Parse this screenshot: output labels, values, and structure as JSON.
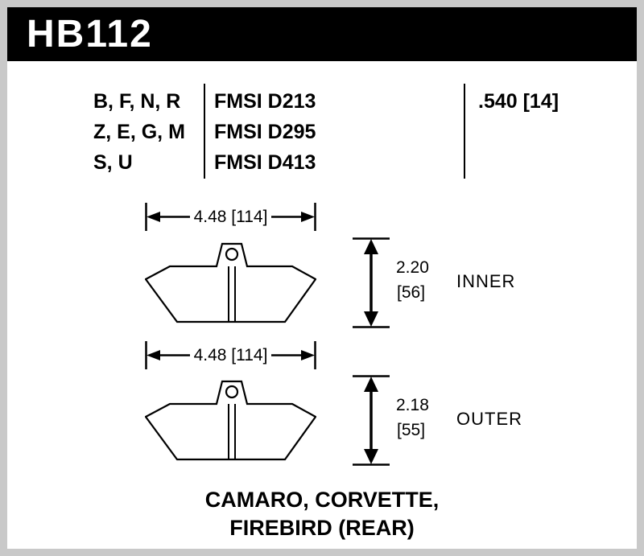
{
  "part_number": "HB112",
  "table": {
    "compound_rows": [
      "B, F, N, R",
      "Z, E, G, M",
      "S, U"
    ],
    "fmsi_rows": [
      "FMSI D213",
      "FMSI D295",
      "FMSI D413"
    ],
    "pad_thickness": ".540 [14]"
  },
  "inner_pad": {
    "width_dim": "4.48 [114]",
    "height_in": "2.20",
    "height_mm": "[56]",
    "label": "INNER"
  },
  "outer_pad": {
    "width_dim": "4.48 [114]",
    "height_in": "2.18",
    "height_mm": "[55]",
    "label": "OUTER"
  },
  "application": {
    "line1": "CAMARO, CORVETTE,",
    "line2": "FIREBIRD (REAR)"
  },
  "colors": {
    "header_bg": "#000000",
    "line": "#000000",
    "frame": "#c9c9c9",
    "page_bg": "#ffffff"
  }
}
